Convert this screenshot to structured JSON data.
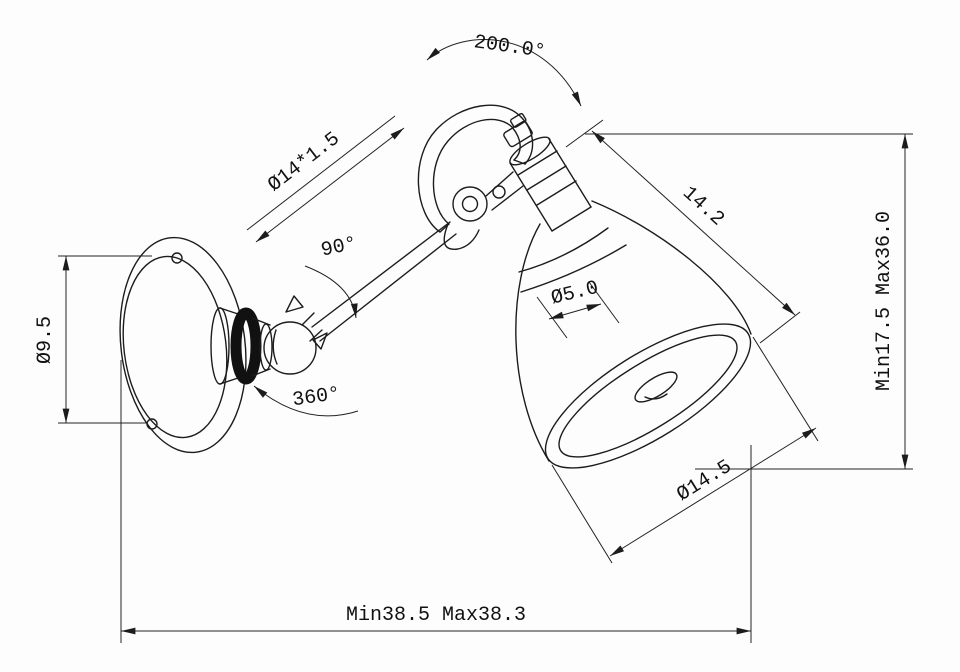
{
  "drawing": {
    "kind": "technical-drawing-wall-lamp",
    "colors": {
      "line": "#1c1c1c",
      "background": "#fdfdfd",
      "dimension": "#222222"
    },
    "dimensions": {
      "swivel_angle": "200.0°",
      "thread_spec": "Ø14*1.5",
      "arm_angle": "90°",
      "base_rotation": "360°",
      "base_diameter": "Ø9.5",
      "socket_diameter": "Ø5.0",
      "shade_depth": "14.2",
      "height_range": "Min17.5 Max36.0",
      "shade_diameter": "Ø14.5",
      "width_range": "Min38.5 Max38.3"
    }
  }
}
